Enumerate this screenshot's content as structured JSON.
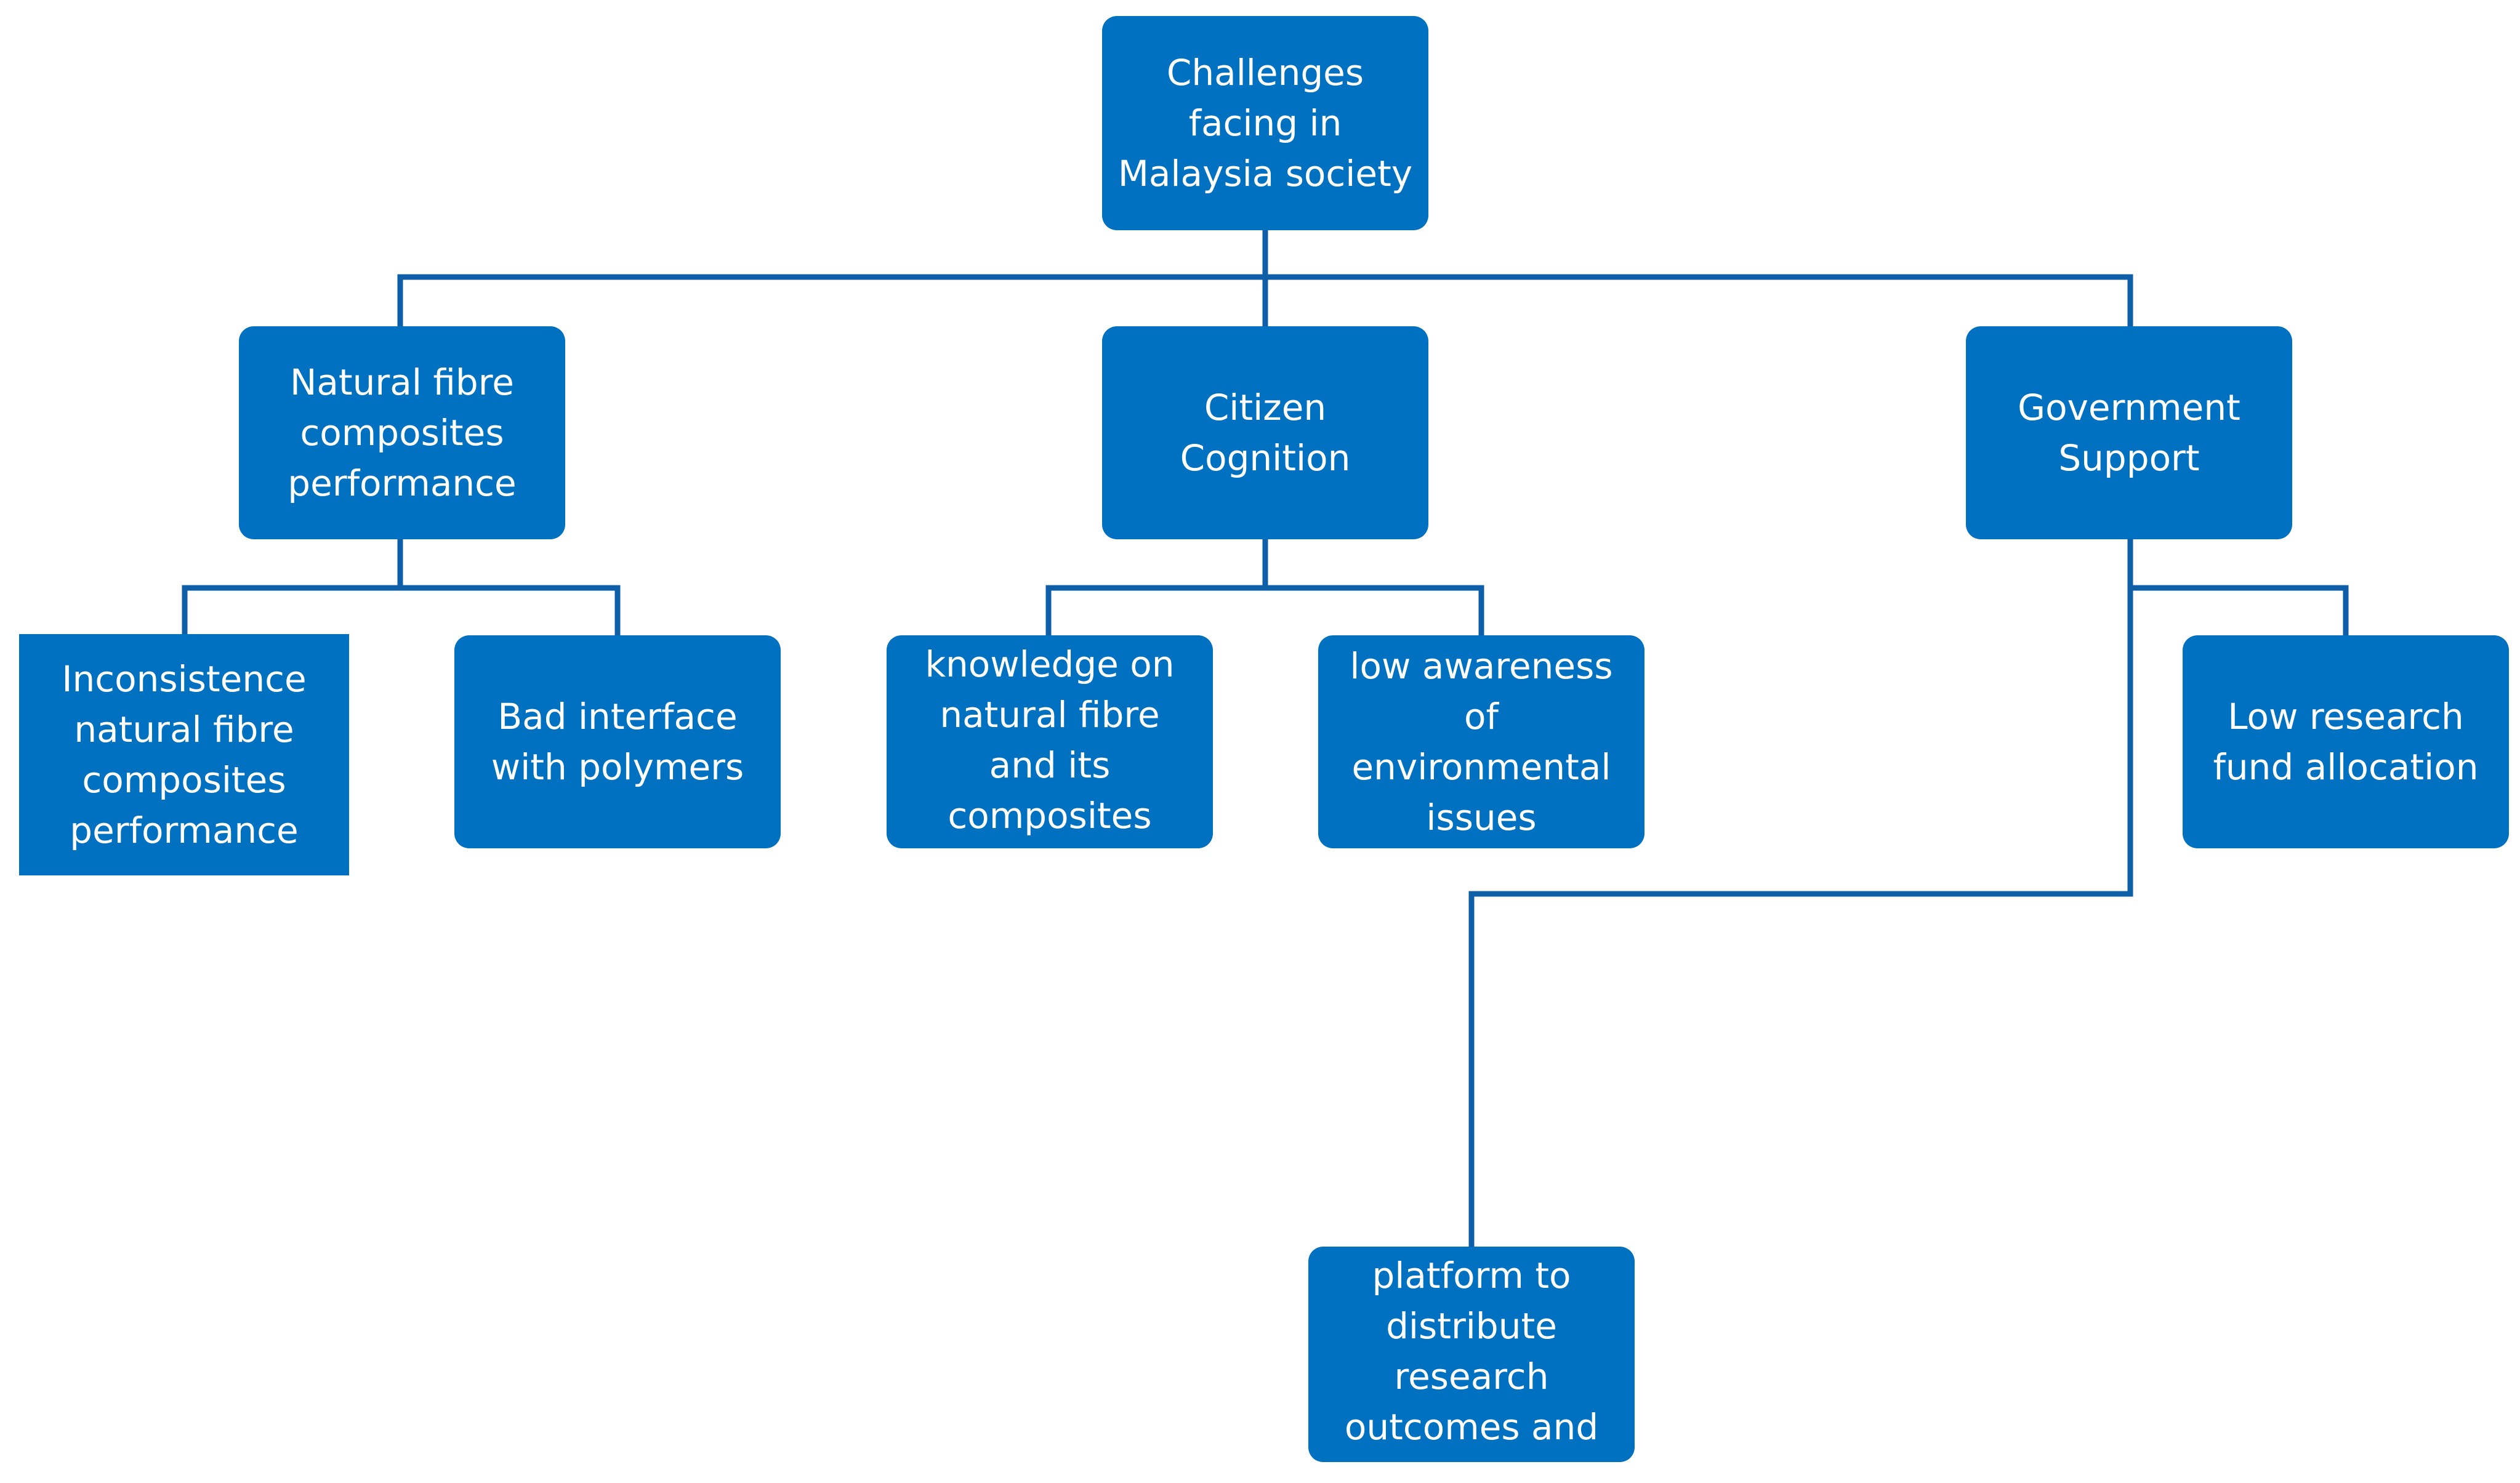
{
  "colors": {
    "node_fill": "#0070C0",
    "connector": "#0F5EA8",
    "text": "#FFFFFF",
    "background": "#FFFFFF"
  },
  "diagram": {
    "root": {
      "label": "Challenges facing in Malaysia society"
    },
    "branches": {
      "performance": {
        "label": "Natural fibre composites performance",
        "children": {
          "inconsistence": {
            "label": "Inconsistence natural fibre composites performance"
          },
          "interface": {
            "label": "Bad interface with polymers"
          }
        }
      },
      "cognition": {
        "label": "Citizen Cognition",
        "children": {
          "knowledge": {
            "label": "knowledge on natural fibre and its composites"
          },
          "awareness": {
            "label": "low awareness of environmental issues"
          }
        }
      },
      "government": {
        "label": "Government Support",
        "children": {
          "fund": {
            "label": "Low research fund allocation"
          },
          "platform": {
            "label": "platform to distribute research outcomes and"
          }
        }
      }
    }
  }
}
